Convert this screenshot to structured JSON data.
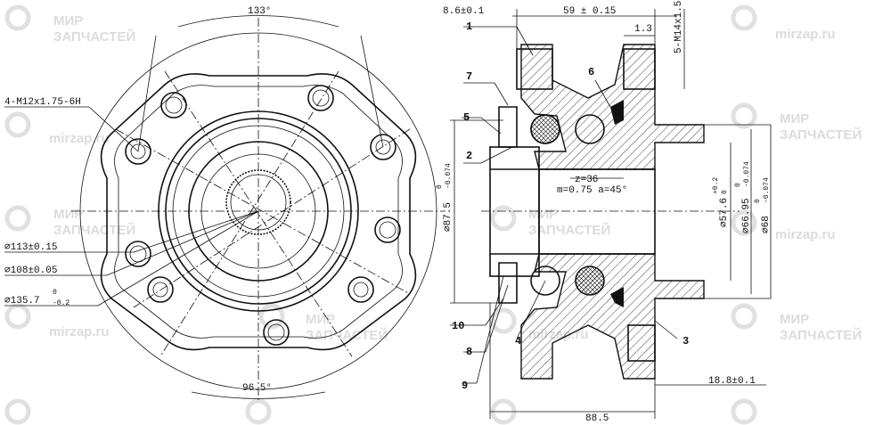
{
  "watermarks": [
    {
      "line1": "МИР",
      "line2": "ЗАПЧАСТЕЙ"
    },
    {
      "line1": "МИР",
      "line2": "ЗАПЧАСТЕЙ"
    },
    {
      "line1": "МИР",
      "line2": "ЗАПЧАСТЕЙ"
    },
    {
      "line1": "МИР",
      "line2": "ЗАПЧАСТЕЙ"
    },
    {
      "line1": "МИР",
      "line2": "ЗАПЧАСТЕЙ"
    },
    {
      "line1": "МИР",
      "line2": "ЗАПЧАСТЕЙ"
    }
  ],
  "watermark_domain": "mirzap.ru",
  "front_view": {
    "top_angle": "133°",
    "bottom_angle": "96.5°",
    "thread_note": "4-M12x1.75-6H",
    "dia_113": "⌀113±0.15",
    "dia_108": "⌀108±0.05",
    "dia_135": "⌀135.7",
    "dia_135_upper": "0",
    "dia_135_lower": "-0.2"
  },
  "section_view": {
    "dim_top_left": "8.6±0.1",
    "dim_top_center": "59 ± 0.15",
    "dim_1_3": "1.3",
    "dim_stud": "5-M14x1.5",
    "dim_87": "⌀87.5",
    "dim_87_tol_upper": "0",
    "dim_87_tol_lower": "-0.074",
    "spline_z": "z=36",
    "spline_m": "m=0.75 a=45°",
    "dim_57": "⌀57.6",
    "dim_57_tol_upper": "+0.2",
    "dim_57_tol_lower": "0",
    "dim_66": "⌀66.95",
    "dim_66_tol_upper": "0",
    "dim_66_tol_lower": "-0.074",
    "dim_68": "⌀68",
    "dim_68_tol_upper": "0",
    "dim_68_tol_lower": "-0.074",
    "dim_18": "18.8±0.1",
    "dim_88": "88.5"
  },
  "callouts": [
    "1",
    "2",
    "3",
    "4",
    "5",
    "6",
    "7",
    "8",
    "9",
    "10"
  ]
}
